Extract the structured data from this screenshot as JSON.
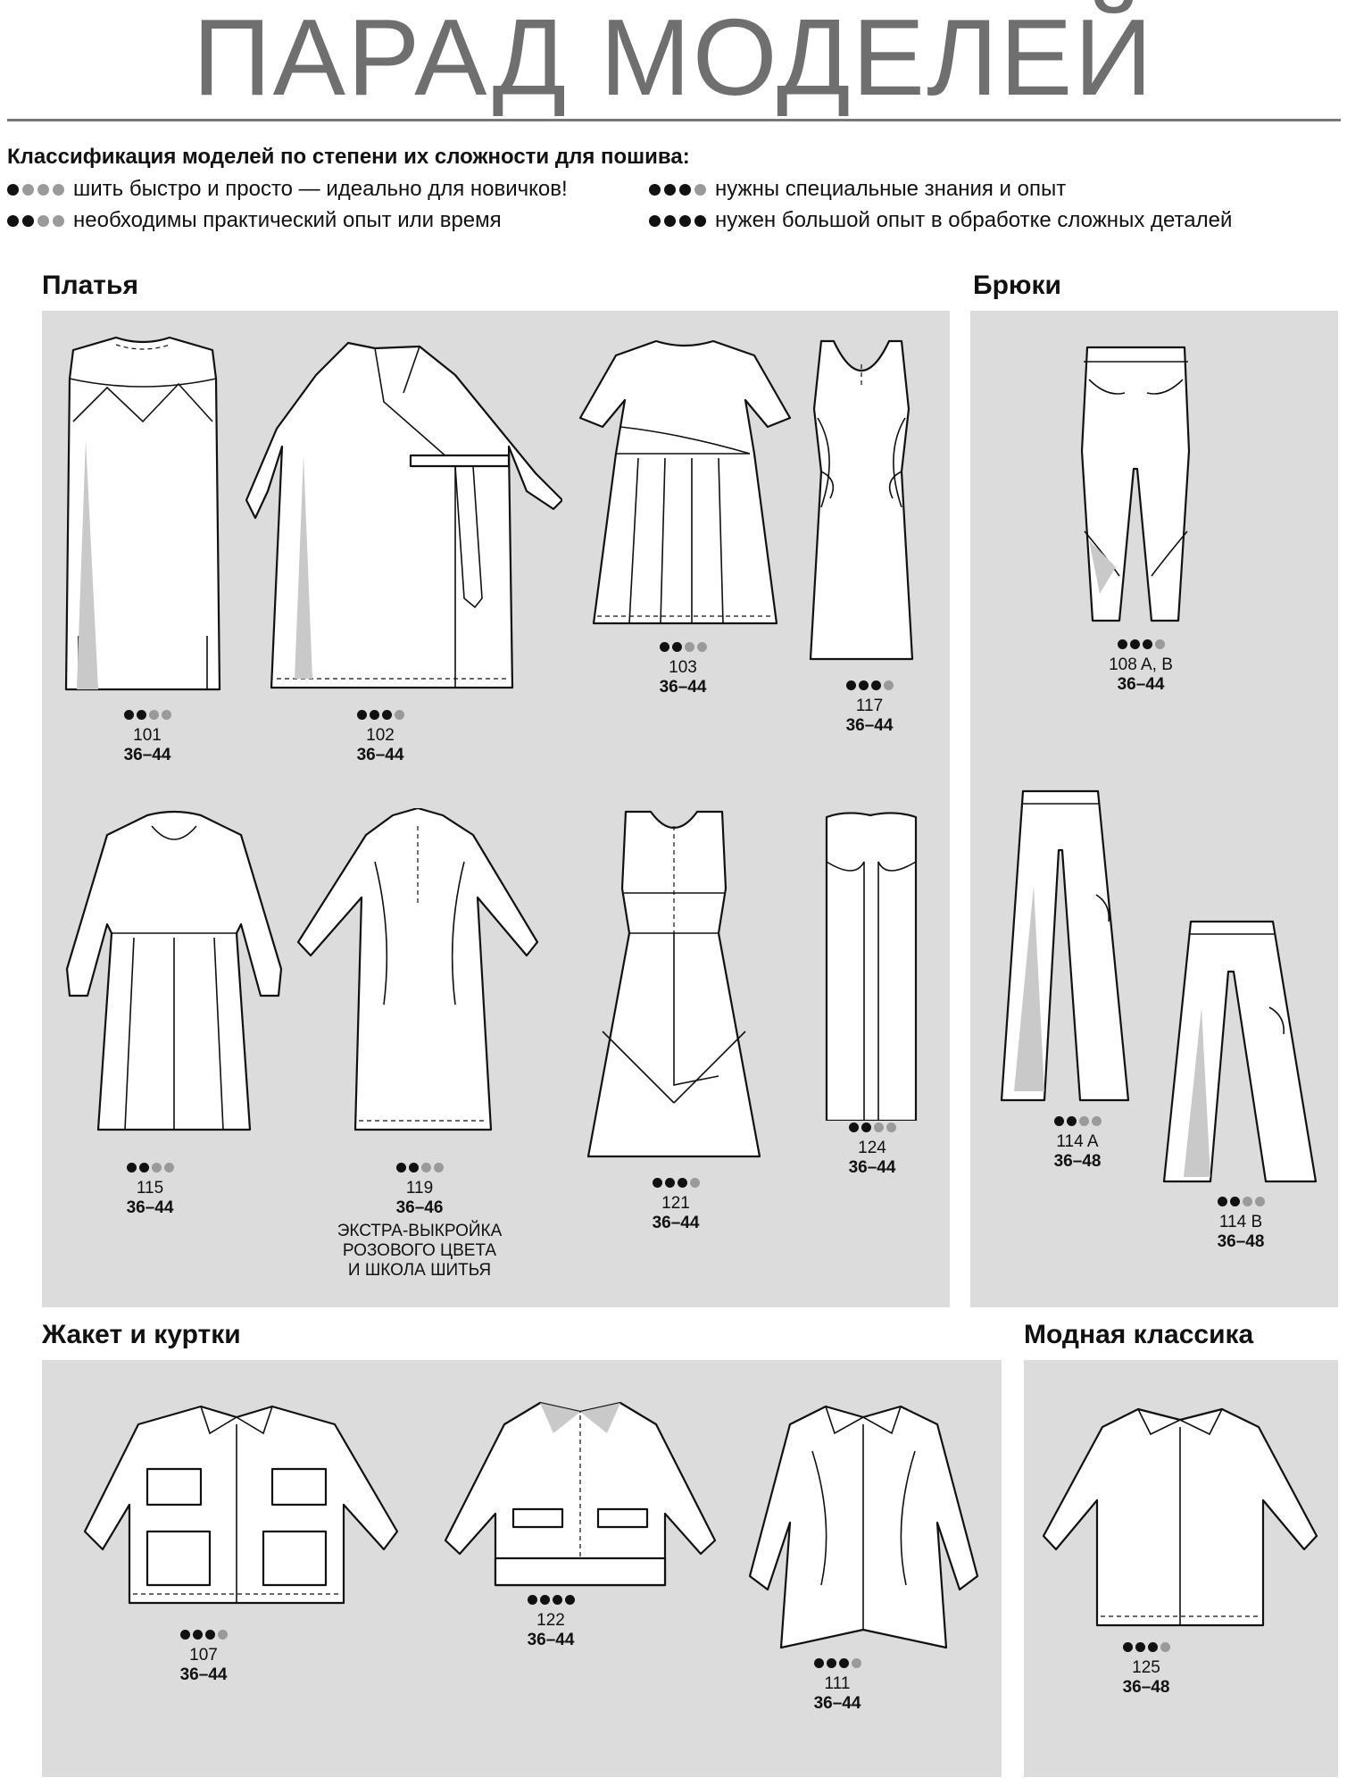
{
  "title": "ПАРАД МОДЕЛЕЙ",
  "legend": {
    "heading": "Классификация моделей по степени их сложности для пошива:",
    "levels": [
      {
        "filled": 1,
        "text": "шить быстро и просто — идеально для новичков!"
      },
      {
        "filled": 2,
        "text": "необходимы практический опыт или время"
      },
      {
        "filled": 3,
        "text": "нужны специальные знания и опыт"
      },
      {
        "filled": 4,
        "text": "нужен большой опыт в обработке сложных деталей"
      }
    ]
  },
  "sections": {
    "dresses": "Платья",
    "trousers": "Брюки",
    "jackets": "Жакет и куртки",
    "classic": "Модная классика"
  },
  "models": {
    "m101": {
      "number": "101",
      "sizes": "36–44",
      "difficulty": 2
    },
    "m102": {
      "number": "102",
      "sizes": "36–44",
      "difficulty": 3
    },
    "m103": {
      "number": "103",
      "sizes": "36–44",
      "difficulty": 2
    },
    "m117": {
      "number": "117",
      "sizes": "36–44",
      "difficulty": 3
    },
    "m115": {
      "number": "115",
      "sizes": "36–44",
      "difficulty": 2
    },
    "m119": {
      "number": "119",
      "sizes": "36–46",
      "difficulty": 2,
      "note": [
        "ЭКСТРА-ВЫКРОЙКА",
        "РОЗОВОГО ЦВЕТА",
        "И ШКОЛА ШИТЬЯ"
      ]
    },
    "m121": {
      "number": "121",
      "sizes": "36–44",
      "difficulty": 3
    },
    "m124": {
      "number": "124",
      "sizes": "36–44",
      "difficulty": 2
    },
    "m108": {
      "number": "108 A, B",
      "sizes": "36–44",
      "difficulty": 3
    },
    "m114a": {
      "number": "114 A",
      "sizes": "36–48",
      "difficulty": 2
    },
    "m114b": {
      "number": "114 B",
      "sizes": "36–48",
      "difficulty": 2
    },
    "m107": {
      "number": "107",
      "sizes": "36–44",
      "difficulty": 3
    },
    "m122": {
      "number": "122",
      "sizes": "36–44",
      "difficulty": 4
    },
    "m111": {
      "number": "111",
      "sizes": "36–44",
      "difficulty": 3
    },
    "m125": {
      "number": "125",
      "sizes": "36–48",
      "difficulty": 3
    }
  },
  "colors": {
    "panel": "#dcdcdc",
    "title": "#6f6f6f",
    "dot_filled": "#111111",
    "dot_empty": "#9a9a9a"
  }
}
